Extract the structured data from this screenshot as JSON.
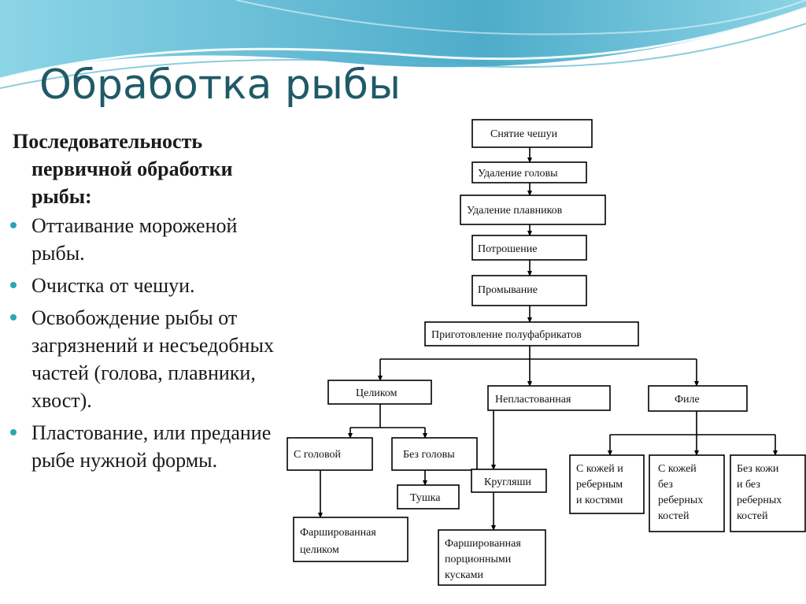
{
  "slide": {
    "title": "Обработка рыбы",
    "subtitle_line1": "Последовательность",
    "subtitle_line2": "первичной обработки рыбы:",
    "bullets": [
      "Оттаивание мороженой рыбы.",
      "Очистка от чешуи.",
      "Освобождение рыбы от загрязнений и несъедобных частей (голова, плавники, хвост).",
      "Пластование, или предание рыбе нужной формы."
    ]
  },
  "colors": {
    "title": "#1f5a67",
    "bullet": "#2aa6b3",
    "wave": "#5bb8d1"
  },
  "flowchart": {
    "nodes": {
      "n1": "Снятие чешуи",
      "n2": "Удаление головы",
      "n3": "Удаление плавников",
      "n4": "Потрошение",
      "n5": "Промывание",
      "n6": "Приготовление полуфабрикатов",
      "n7": "Целиком",
      "n8": "Непластованная",
      "n9": "Филе",
      "n10": "С головой",
      "n11": "Без головы",
      "n12": "Тушка",
      "n13": "Кругляши",
      "n14": "Фаршированная целиком",
      "n15": "Фаршированная порционными кусками",
      "n16": "С кожей и реберным и костями",
      "n17": "С кожей без реберных костей",
      "n18": "Без кожи и без реберных костей"
    }
  }
}
